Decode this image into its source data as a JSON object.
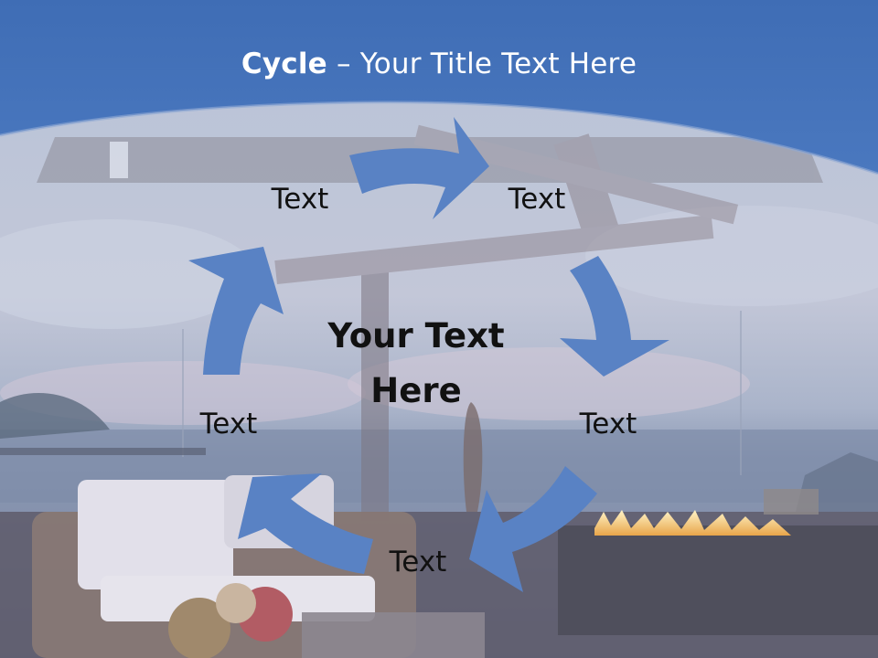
{
  "slide": {
    "title_bold": "Cycle",
    "title_rest": " – Your Title Text Here",
    "center_line1": "Your Text",
    "center_line2": "Here"
  },
  "cycle_labels": [
    "Text",
    "Text",
    "Text",
    "Text",
    "Text"
  ],
  "colors": {
    "header_band": "#4672b8",
    "arrow_fill": "#5982c4",
    "text_dark": "#111111",
    "title_text": "#ffffff"
  }
}
